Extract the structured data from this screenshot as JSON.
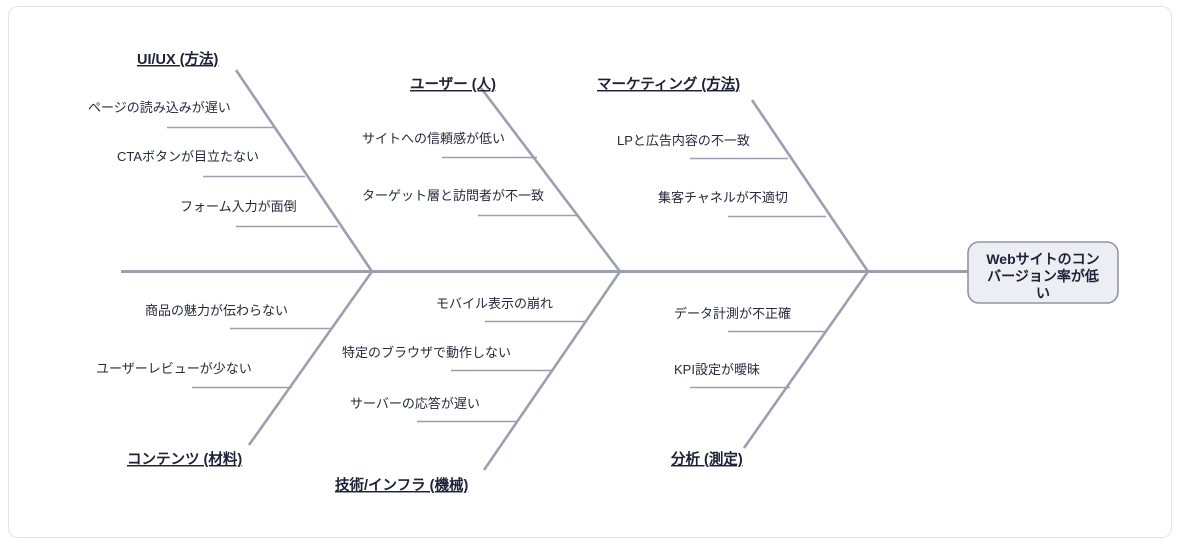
{
  "diagram": {
    "type": "fishbone-ishikawa",
    "effect": {
      "label": "Webサイトのコンバージョン率が低い",
      "lines": [
        "Webサイトのコン",
        "バージョン率が低",
        "い"
      ]
    },
    "colors": {
      "bone": "#9aa0b0",
      "text": "#262a3a",
      "category_text": "#1d2135",
      "head_fill": "#eceef3",
      "head_border": "#8f95a8",
      "background": "#ffffff",
      "frame_border": "#e2e4e8"
    },
    "categories": [
      {
        "id": "ui-ux",
        "label": "UI/UX (方法)",
        "position": "top",
        "causes": [
          "ページの読み込みが遅い",
          "CTAボタンが目立たない",
          "フォーム入力が面倒"
        ]
      },
      {
        "id": "user",
        "label": "ユーザー (人)",
        "position": "top",
        "causes": [
          "サイトへの信頼感が低い",
          "ターゲット層と訪問者が不一致"
        ]
      },
      {
        "id": "marketing",
        "label": "マーケティング (方法)",
        "position": "top",
        "causes": [
          "LPと広告内容の不一致",
          "集客チャネルが不適切"
        ]
      },
      {
        "id": "content",
        "label": "コンテンツ (材料)",
        "position": "bottom",
        "causes": [
          "商品の魅力が伝わらない",
          "ユーザーレビューが少ない"
        ]
      },
      {
        "id": "tech-infra",
        "label": "技術/インフラ (機械)",
        "position": "bottom",
        "causes": [
          "モバイル表示の崩れ",
          "特定のブラウザで動作しない",
          "サーバーの応答が遅い"
        ]
      },
      {
        "id": "analytics",
        "label": "分析 (測定)",
        "position": "bottom",
        "causes": [
          "データ計測が不正確",
          "KPI設定が曖昧"
        ]
      }
    ]
  }
}
